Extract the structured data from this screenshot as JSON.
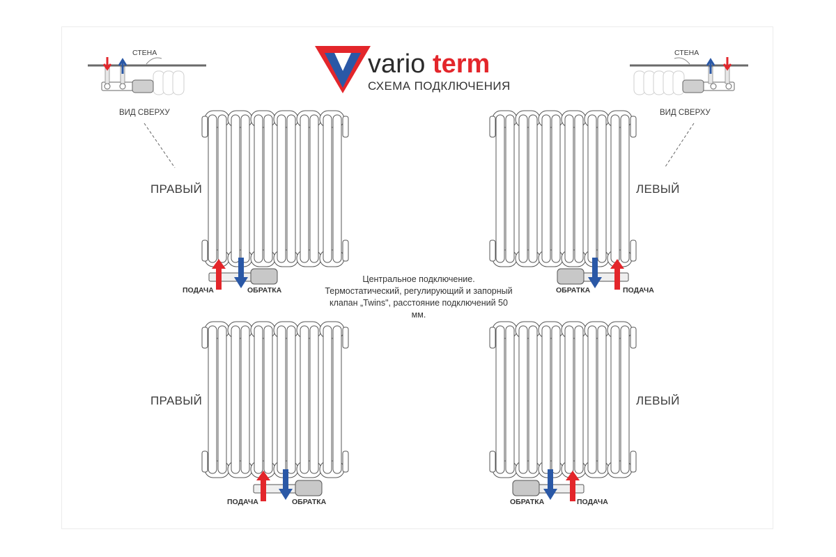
{
  "brand": {
    "word1": "vario",
    "word2": "term",
    "subtitle": "СХЕМА ПОДКЛЮЧЕНИЯ",
    "colors": {
      "red": "#e3262b",
      "blue": "#2a58a6",
      "dark": "#333333"
    }
  },
  "top_view": {
    "wall_label": "СТЕНА",
    "view_label": "ВИД СВЕРХУ"
  },
  "side_labels": {
    "right": "ПРАВЫЙ",
    "left": "ЛЕВЫЙ"
  },
  "flow_labels": {
    "supply": "ПОДАЧА",
    "return": "ОБРАТКА"
  },
  "description": "Центральное подключение. Термостатический, регулирующий и запорный клапан „Twins\", расстояние подключений 50 мм.",
  "arrow_colors": {
    "supply": "#e3262b",
    "return": "#2a58a6"
  }
}
